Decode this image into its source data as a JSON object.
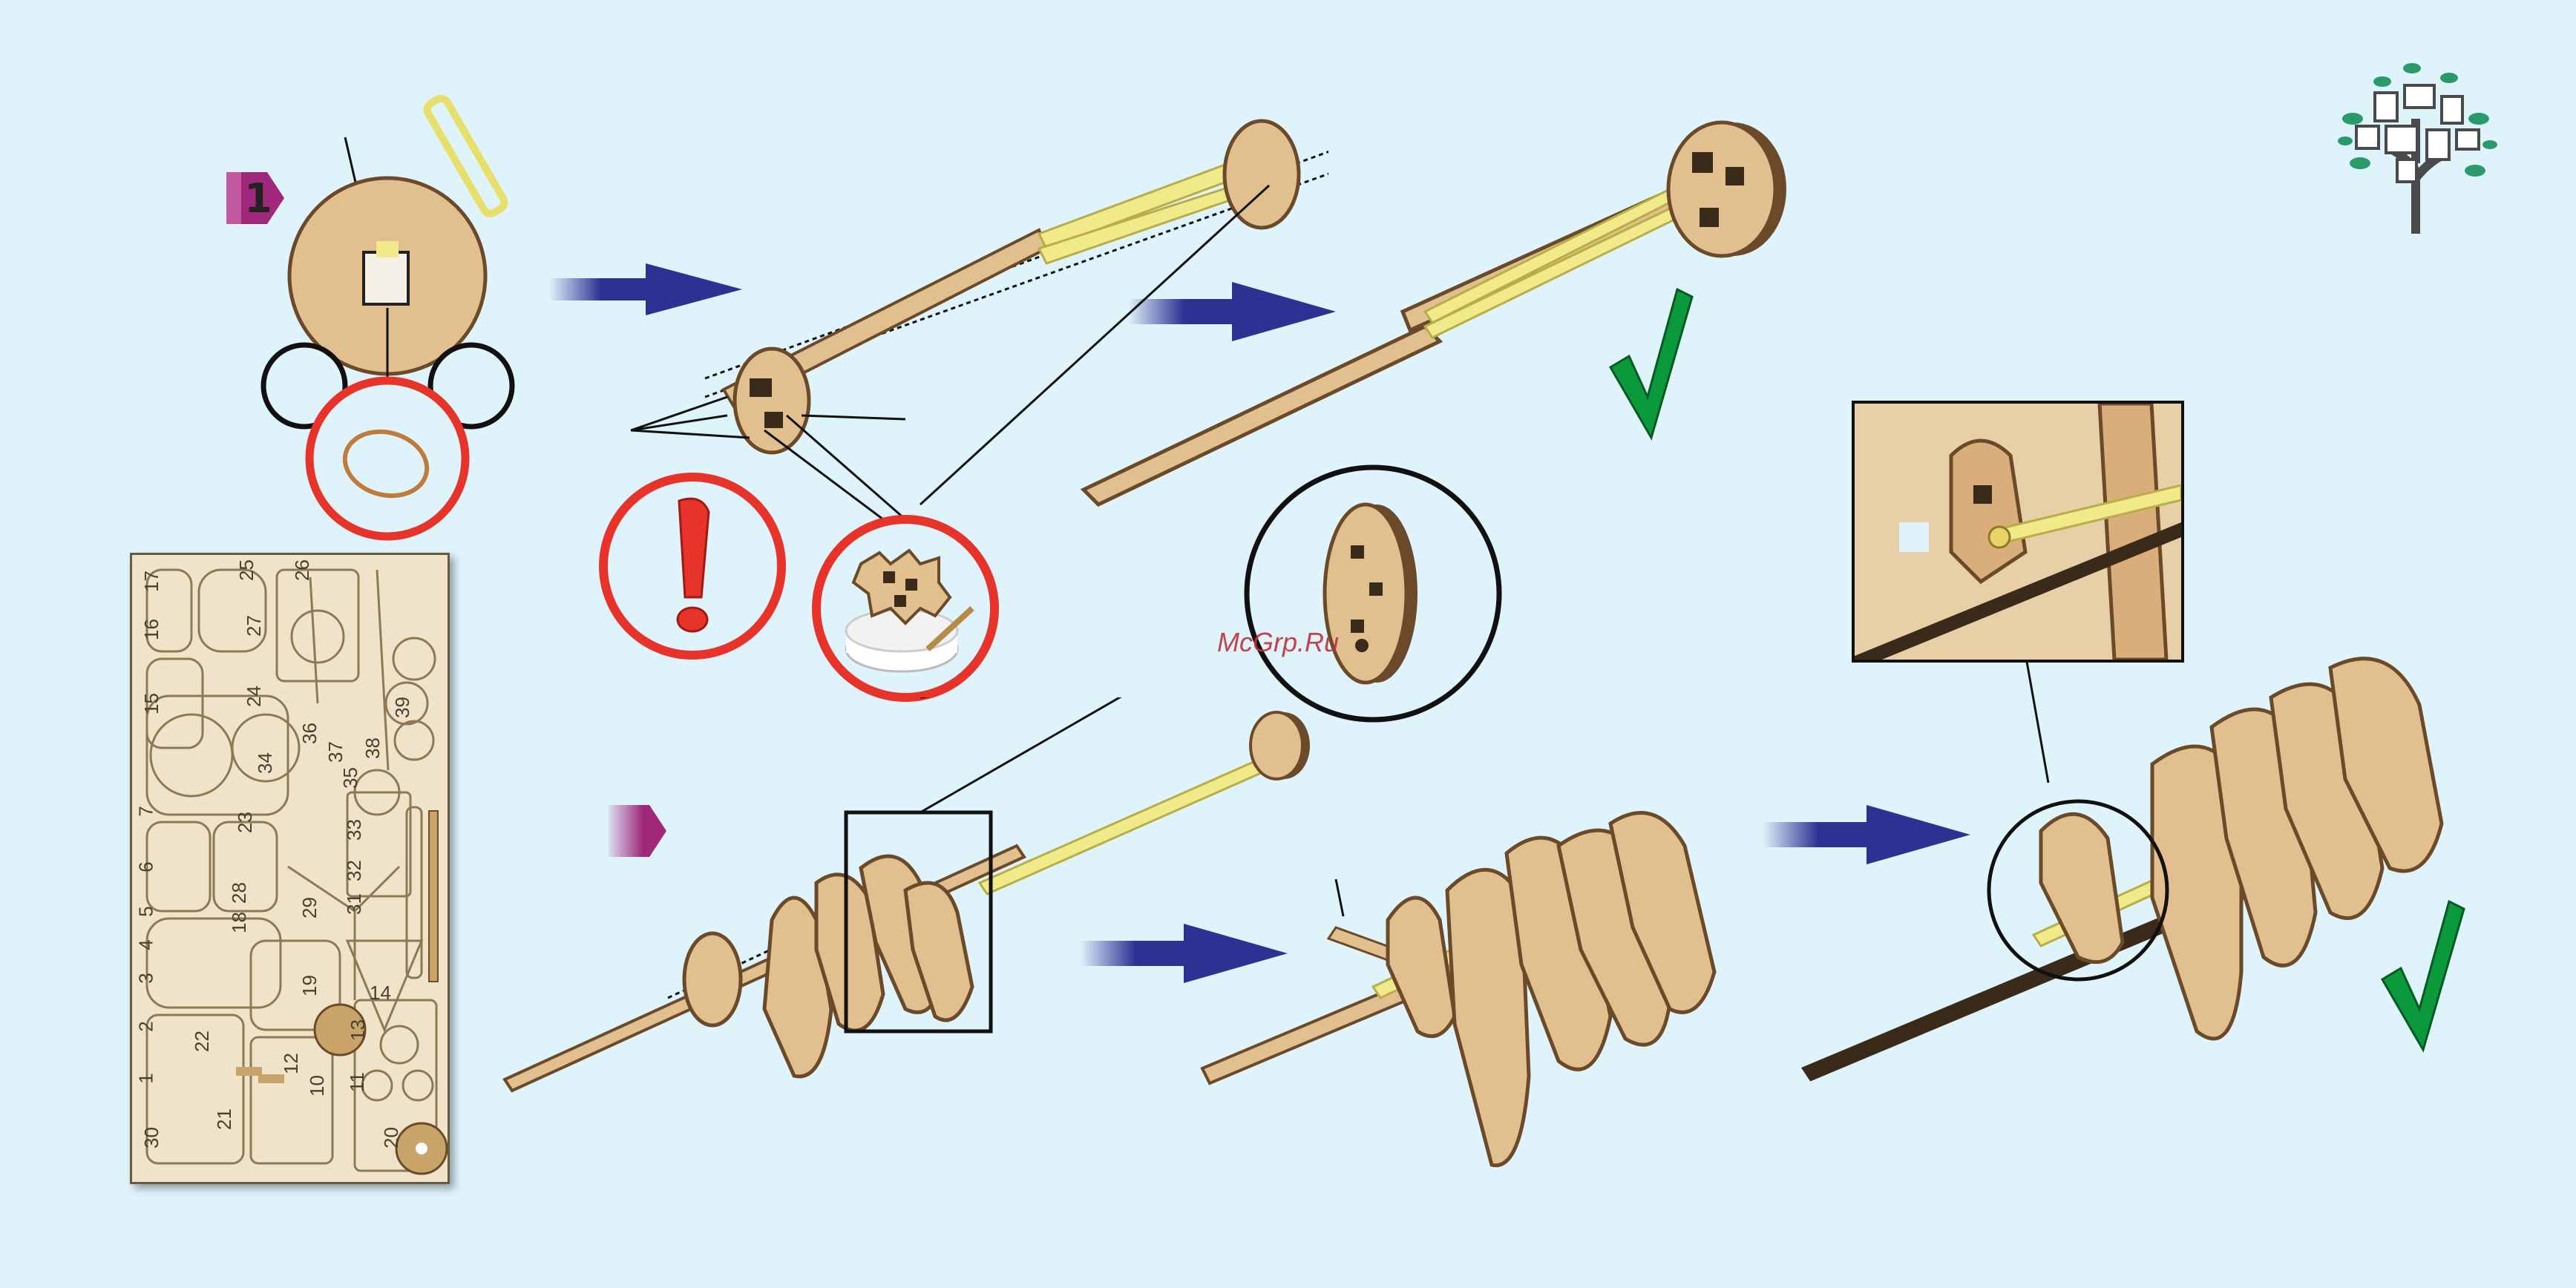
{
  "step1": {
    "label": "1",
    "badge_color": "#a0287a"
  },
  "step2": {
    "label": ""
  },
  "watermark": "McGrp.Ru",
  "parts_sheet": {
    "numbers": [
      "17",
      "25",
      "26",
      "16",
      "27",
      "15",
      "36",
      "37",
      "38",
      "39",
      "35",
      "34",
      "24",
      "33",
      "7",
      "23",
      "32",
      "31",
      "6",
      "5",
      "4",
      "28",
      "29",
      "18",
      "3",
      "19",
      "14",
      "2",
      "22",
      "13",
      "12",
      "1",
      "21",
      "10",
      "11",
      "30",
      "20"
    ]
  },
  "colors": {
    "background": "#dff3fb",
    "arrow": "#2e3192",
    "warning": "#e8332a",
    "check": "#0a9a3c",
    "wood": "#e2bf8e",
    "wood_edge": "#6b4a2a",
    "band": "#efe79a",
    "badge": "#a0287a"
  },
  "icons": [
    "tree-logo-icon",
    "exclamation-icon",
    "checkmark-icon",
    "arrow-icon",
    "glue-icon"
  ]
}
